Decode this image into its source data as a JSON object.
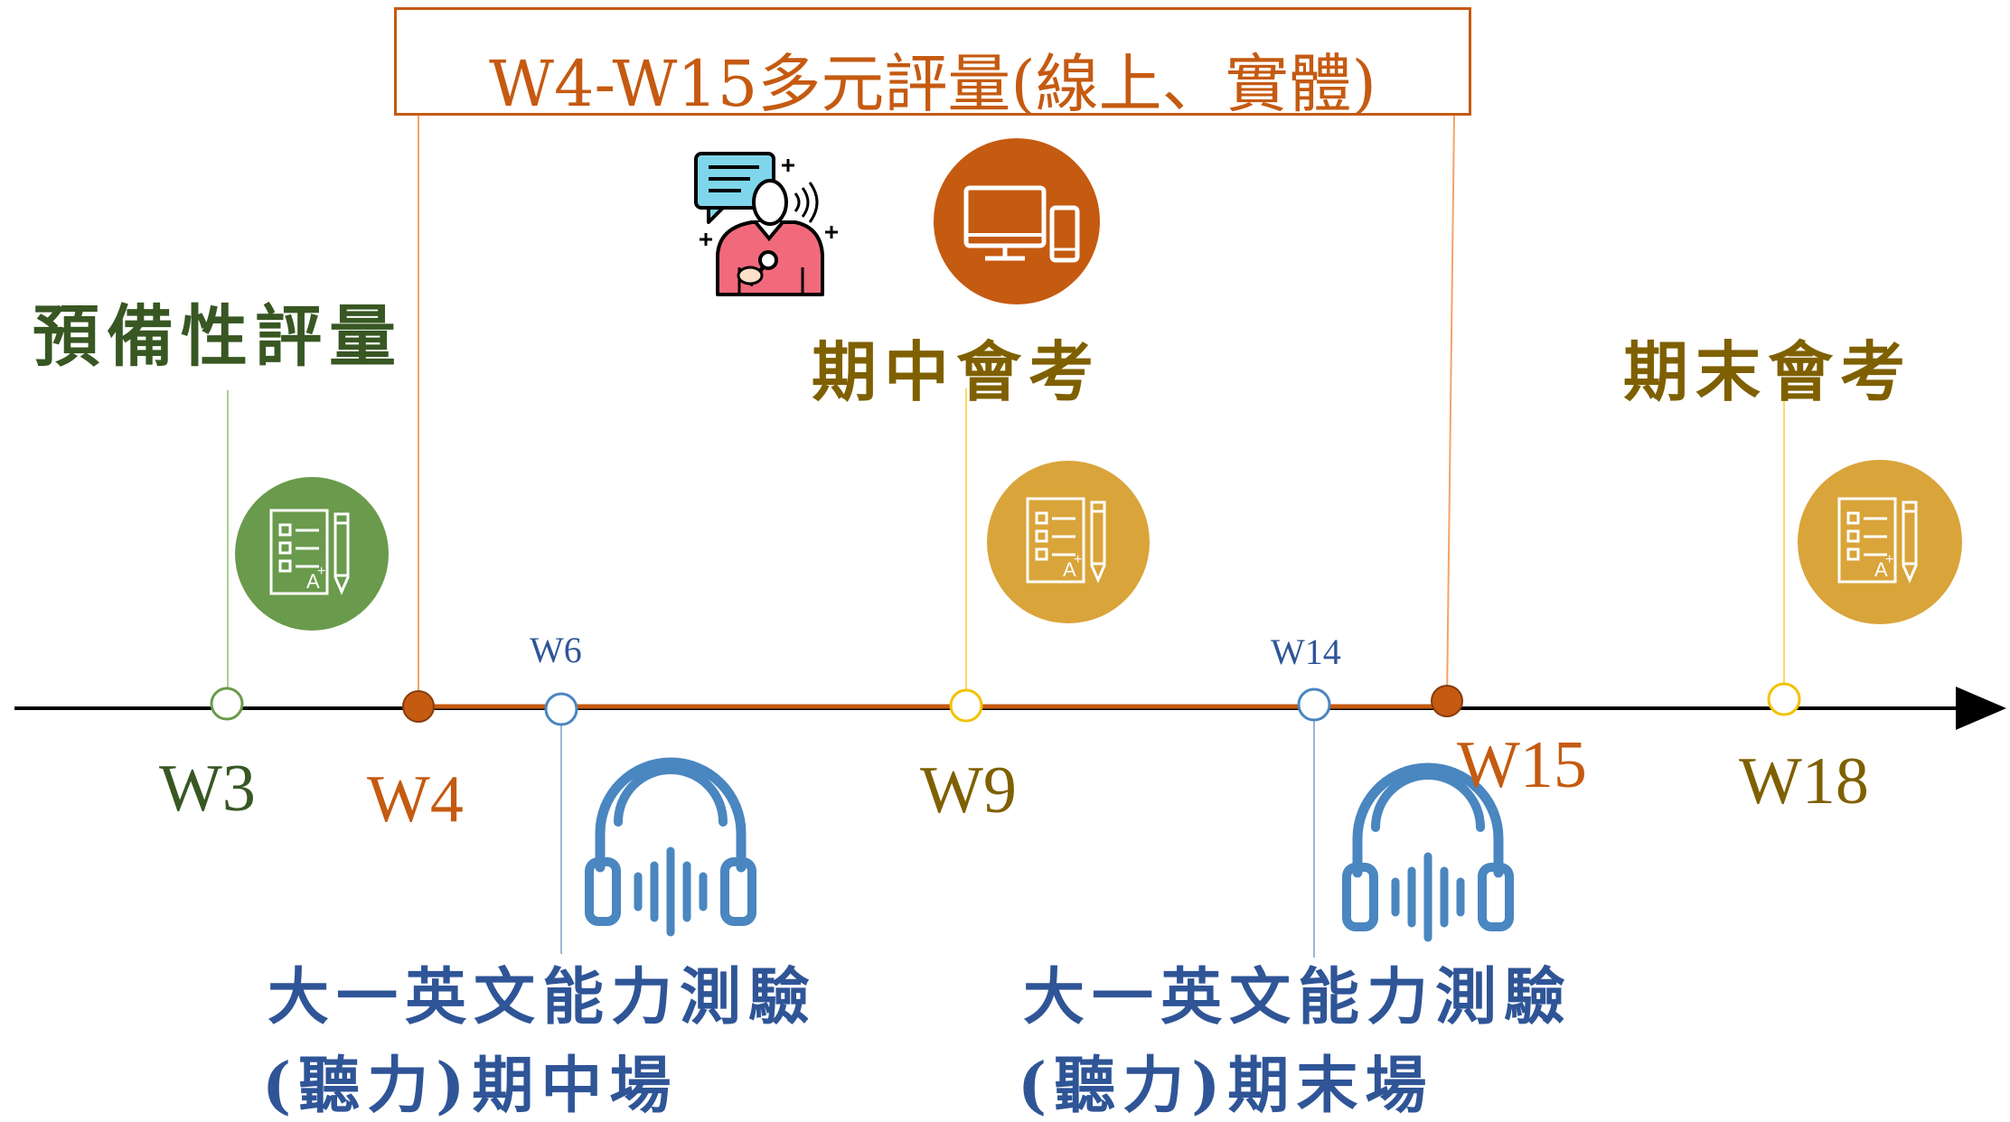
{
  "title": "W4-W15多元評量(線上、實體)",
  "colors": {
    "green": "#6a9a4c",
    "green_text": "#385723",
    "orange": "#c55a11",
    "gold": "#d9a43a",
    "olive_text": "#7f6000",
    "blue": "#4a86c0",
    "blue_text": "#2f5597",
    "axis": "#000000"
  },
  "events": {
    "w3": {
      "week": "W3",
      "label": "預備性評量"
    },
    "w4": {
      "week": "W4"
    },
    "w6": {
      "week": "W6",
      "label_line1": "大一英文能力測驗",
      "label_line2": "(聽力)期中場"
    },
    "w9": {
      "week": "W9",
      "label": "期中會考"
    },
    "w14": {
      "week": "W14",
      "label_line1": "大一英文能力測驗",
      "label_line2": "(聽力)期末場"
    },
    "w15": {
      "week": "W15"
    },
    "w18": {
      "week": "W18",
      "label": "期末會考"
    }
  },
  "icons": {
    "w3": "exam-paper-icon",
    "speaker": "speaker-microphone-icon",
    "online": "computer-device-icon",
    "w9": "exam-paper-icon",
    "w18": "exam-paper-icon",
    "w6": "headphones-audio-icon",
    "w14": "headphones-audio-icon"
  }
}
